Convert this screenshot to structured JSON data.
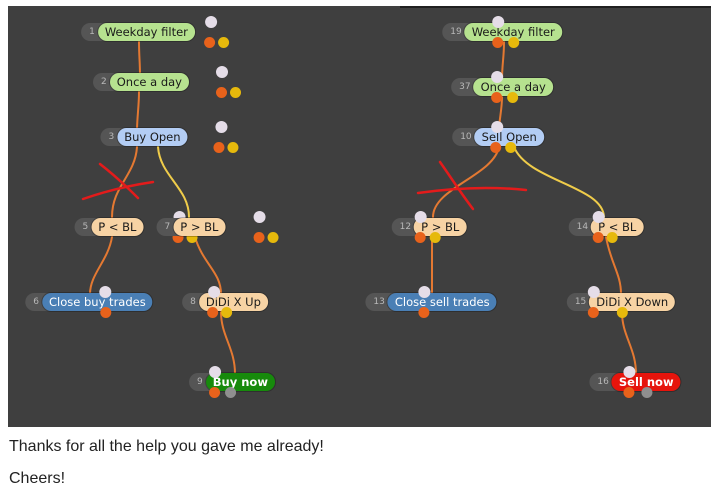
{
  "colors": {
    "canvas_bg": "#3f3f3f",
    "green": "#b6e28f",
    "blue_light": "#b3cdf4",
    "peach": "#f7d3a4",
    "blue_action": "#4a7fb5",
    "buy_now": "#178a0c",
    "sell_now": "#e6140c",
    "wire_orange": "#e47932",
    "wire_yellow": "#efcc4a",
    "annotation_red": "#e31b1b"
  },
  "nodes": [
    {
      "id": "1",
      "label": "Weekday filter",
      "style": "green"
    },
    {
      "id": "2",
      "label": "Once a day",
      "style": "green"
    },
    {
      "id": "3",
      "label": "Buy Open",
      "style": "blue_light"
    },
    {
      "id": "5",
      "label": "P < BL",
      "style": "peach"
    },
    {
      "id": "7",
      "label": "P > BL",
      "style": "peach"
    },
    {
      "id": "6",
      "label": "Close buy trades",
      "style": "blue_action"
    },
    {
      "id": "8",
      "label": "DiDi X Up",
      "style": "peach"
    },
    {
      "id": "9",
      "label": "Buy now",
      "style": "buy_now"
    },
    {
      "id": "19",
      "label": "Weekday filter",
      "style": "green"
    },
    {
      "id": "37",
      "label": "Once a day",
      "style": "green"
    },
    {
      "id": "10",
      "label": "Sell Open",
      "style": "blue_light"
    },
    {
      "id": "12",
      "label": "P > BL",
      "style": "peach"
    },
    {
      "id": "14",
      "label": "P < BL",
      "style": "peach"
    },
    {
      "id": "13",
      "label": "Close sell trades",
      "style": "blue_action"
    },
    {
      "id": "15",
      "label": "DiDi X Down",
      "style": "peach"
    },
    {
      "id": "16",
      "label": "Sell now",
      "style": "sell_now"
    }
  ],
  "message": {
    "line1": "Thanks for all the help you gave me already!",
    "line2": "Cheers!"
  }
}
